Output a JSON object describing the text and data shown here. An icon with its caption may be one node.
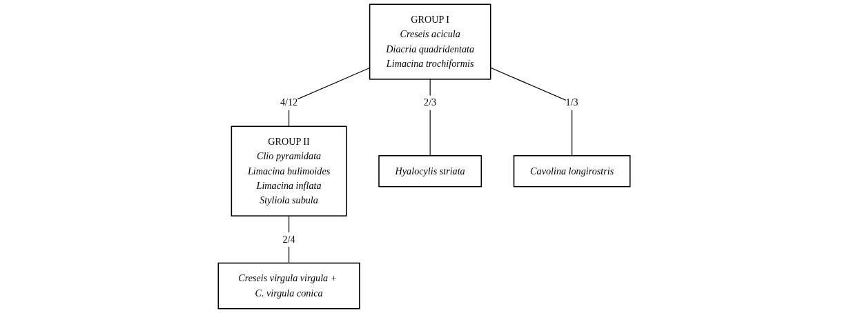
{
  "diagram": {
    "nodes": [
      {
        "text": [
          "GROUP I",
          "Creseis acicula",
          "Diacria quadridentata",
          "Limacina trochiformis"
        ]
      },
      {
        "text": [
          "GROUP II",
          "Clio pyramidata",
          "Limacina bulimoides",
          "Limacina inflata",
          "Styliola subula"
        ]
      },
      {
        "text": [
          "Hyalocylis striata"
        ]
      },
      {
        "text": [
          "Cavolina longirostris"
        ]
      },
      {
        "text": [
          "Creseis virgula virgula + C. virgula conica"
        ]
      }
    ],
    "edges": [
      {
        "from": 0,
        "to": 1,
        "arrow": "none",
        "label": "4/12"
      },
      {
        "from": 0,
        "to": 2,
        "arrow": "none",
        "label": "2/3"
      },
      {
        "from": 0,
        "to": 3,
        "arrow": "none",
        "label": "1/3"
      },
      {
        "from": 1,
        "to": 4,
        "arrow": "none",
        "label": "2/4"
      }
    ]
  }
}
